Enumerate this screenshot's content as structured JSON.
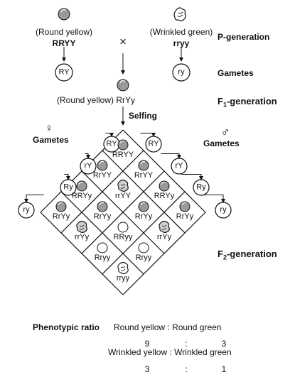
{
  "parents": {
    "left_phenotype": "(Round yellow)",
    "left_genotype": "RRYY",
    "cross_symbol": "×",
    "right_phenotype": "(Wrinkled green)",
    "right_genotype": "rryy"
  },
  "generation_labels": {
    "p": "P-generation",
    "gametes": "Gametes",
    "f1_prefix": "F",
    "f1_sub": "1",
    "f1_suffix": "-generation",
    "f2_prefix": "F",
    "f2_sub": "2",
    "f2_suffix": "-generation"
  },
  "parent_gametes": {
    "left": "RY",
    "right": "ry"
  },
  "f1": {
    "label": "(Round yellow) RrYy",
    "selfing": "Selfing"
  },
  "grid": {
    "female_symbol": "♀",
    "male_symbol": "♂",
    "gametes_label": "Gametes",
    "female_gametes": [
      "RY",
      "rY",
      "Ry",
      "ry"
    ],
    "male_gametes": [
      "RY",
      "rY",
      "Ry",
      "ry"
    ],
    "cells": [
      {
        "genotype": "RRYY",
        "phenotype": "round-yellow"
      },
      {
        "genotype": "RrYY",
        "phenotype": "round-yellow"
      },
      {
        "genotype": "RrYY",
        "phenotype": "round-yellow"
      },
      {
        "genotype": "RRYy",
        "phenotype": "round-yellow"
      },
      {
        "genotype": "rrYY",
        "phenotype": "wrinkled-yellow"
      },
      {
        "genotype": "RRYy",
        "phenotype": "round-yellow"
      },
      {
        "genotype": "RrYy",
        "phenotype": "round-yellow"
      },
      {
        "genotype": "RrYy",
        "phenotype": "round-yellow"
      },
      {
        "genotype": "RrYy",
        "phenotype": "round-yellow"
      },
      {
        "genotype": "RrYy",
        "phenotype": "round-yellow"
      },
      {
        "genotype": "rrYy",
        "phenotype": "wrinkled-yellow"
      },
      {
        "genotype": "RRyy",
        "phenotype": "round-green"
      },
      {
        "genotype": "rrYy",
        "phenotype": "wrinkled-yellow"
      },
      {
        "genotype": "Rryy",
        "phenotype": "round-green"
      },
      {
        "genotype": "Rryy",
        "phenotype": "round-green"
      },
      {
        "genotype": "rryy",
        "phenotype": "wrinkled-green"
      }
    ]
  },
  "ratio": {
    "heading": "Phenotypic ratio",
    "row1_left": "Round yellow",
    "row1_sep": ":",
    "row1_right": "Round green",
    "row1_values": [
      "9",
      ":",
      "3"
    ],
    "row2_left": "Wrinkled yellow",
    "row2_sep": ":",
    "row2_right": "Wrinkled green",
    "row2_values": [
      "3",
      ":",
      "1"
    ]
  },
  "colors": {
    "seed_yellow_fill": "#9a9a9a",
    "seed_green_fill": "#ffffff",
    "stroke": "#111111"
  }
}
